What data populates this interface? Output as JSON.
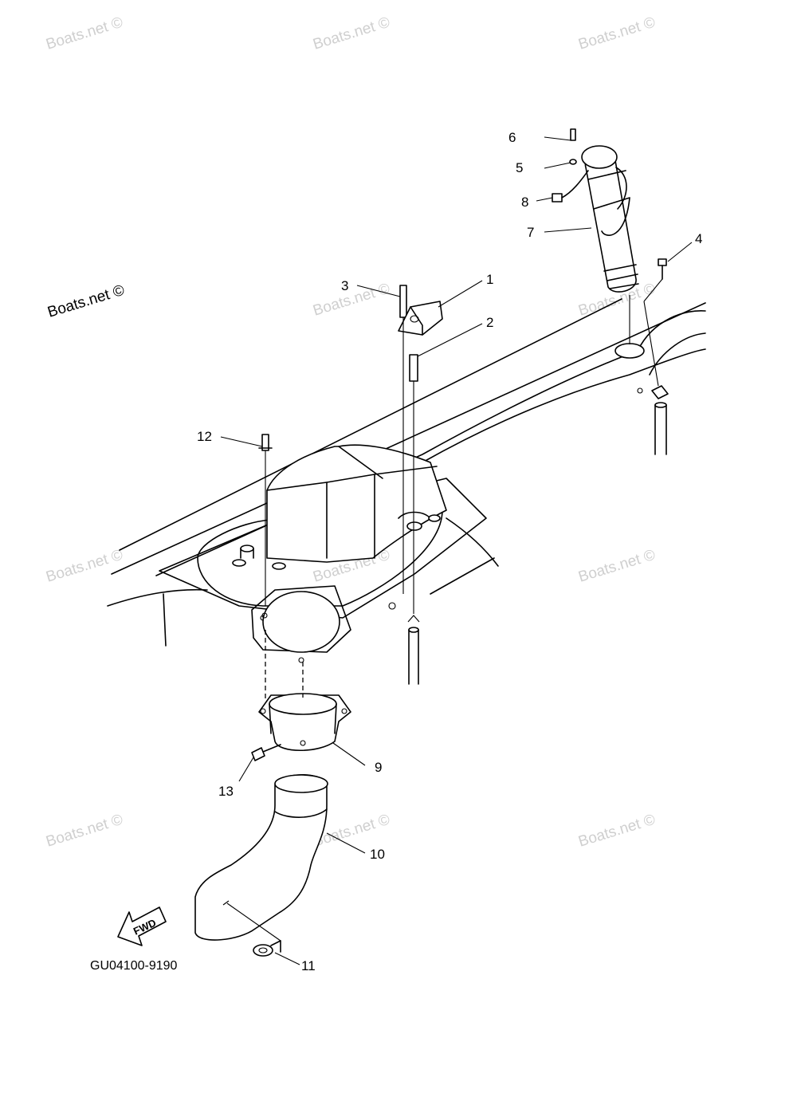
{
  "watermark": {
    "text": "Boats.net ©"
  },
  "callouts": [
    "1",
    "2",
    "3",
    "4",
    "5",
    "6",
    "7",
    "8",
    "9",
    "10",
    "11",
    "12",
    "13"
  ],
  "diagram_code": "GU04100-9190",
  "fwd_label": "FWD"
}
